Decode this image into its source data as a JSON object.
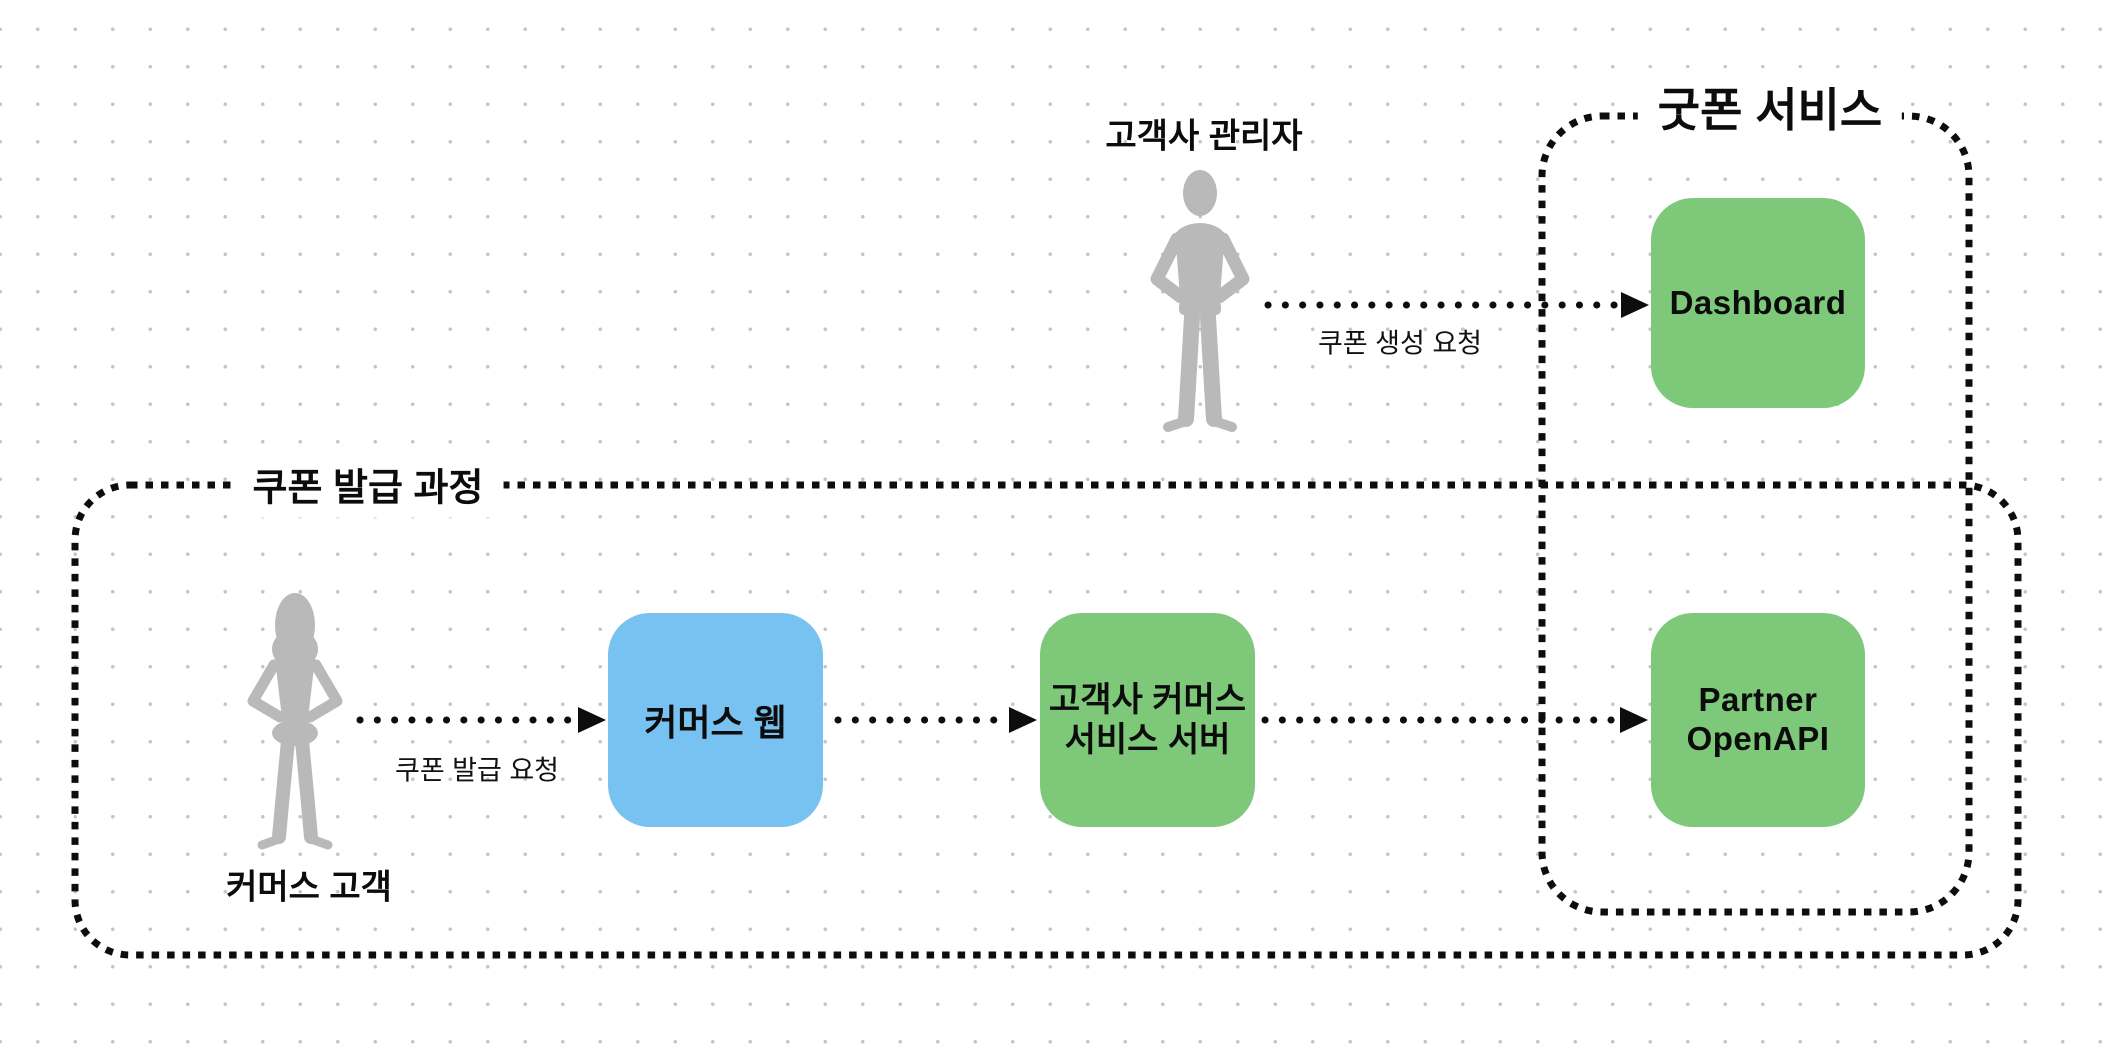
{
  "diagram": {
    "containers": [
      {
        "id": "goodphone-service",
        "label": "굿폰 서비스"
      },
      {
        "id": "coupon-issuance-process",
        "label": "쿠폰 발급 과정"
      }
    ],
    "nodes": [
      {
        "id": "dashboard",
        "label": "Dashboard",
        "color": "#7ec87a"
      },
      {
        "id": "partner-openapi",
        "lines": [
          "Partner",
          "OpenAPI"
        ],
        "color": "#7ec87a"
      },
      {
        "id": "commerce-web",
        "label": "커머스 웹",
        "color": "#77c2f0"
      },
      {
        "id": "client-commerce-server",
        "lines": [
          "고객사 커머스",
          "서비스 서버"
        ],
        "color": "#7ec87a"
      }
    ],
    "actors": [
      {
        "id": "client-admin",
        "label": "고객사 관리자"
      },
      {
        "id": "commerce-customer",
        "label": "커머스 고객"
      }
    ],
    "edges": [
      {
        "from": "client-admin",
        "to": "dashboard",
        "label": "쿠폰 생성 요청"
      },
      {
        "from": "commerce-customer",
        "to": "commerce-web",
        "label": "쿠폰 발급 요청"
      },
      {
        "from": "commerce-web",
        "to": "client-commerce-server",
        "label": ""
      },
      {
        "from": "client-commerce-server",
        "to": "partner-openapi",
        "label": ""
      }
    ],
    "colors": {
      "green": "#7ec87a",
      "blue": "#77c2f0",
      "silhouette": "#b9b9b9",
      "line": "#0d0d0d",
      "grid_dot": "#c6c6c6"
    }
  }
}
